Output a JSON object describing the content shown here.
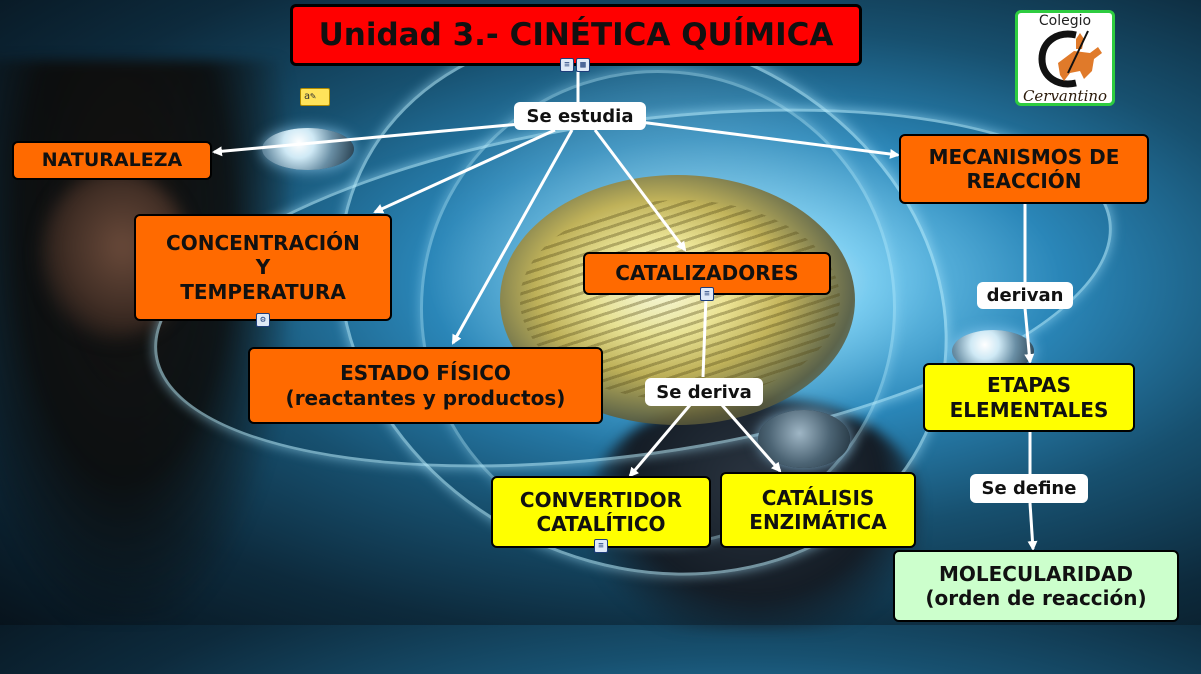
{
  "title": "Unidad 3.- CINÉTICA QUÍMICA",
  "logo": {
    "top_text": "Colegio",
    "bottom_text": "Cervantino"
  },
  "link_labels": {
    "se_estudia": "Se estudia",
    "derivan": "derivan",
    "se_deriva": "Se deriva",
    "se_define": "Se define"
  },
  "nodes": {
    "naturaleza": {
      "lines": [
        "NATURALEZA"
      ]
    },
    "concentracion": {
      "lines": [
        "CONCENTRACIÓN",
        "Y",
        "TEMPERATURA"
      ]
    },
    "estado_fisico": {
      "lines": [
        "ESTADO FÍSICO",
        "(reactantes y productos)"
      ]
    },
    "catalizadores": {
      "lines": [
        "CATALIZADORES"
      ]
    },
    "mecanismos": {
      "lines": [
        "MECANISMOS DE",
        "REACCIÓN"
      ]
    },
    "etapas": {
      "lines": [
        "ETAPAS",
        "ELEMENTALES"
      ]
    },
    "convertidor": {
      "lines": [
        "CONVERTIDOR",
        "CATALÍTICO"
      ]
    },
    "catalisis": {
      "lines": [
        "CATÁLISIS",
        "ENZIMÁTICA"
      ]
    },
    "molecularidad": {
      "lines": [
        "MOLECULARIDAD",
        "(orden de reacción)"
      ]
    }
  },
  "colors": {
    "title_fill": "#ff0000",
    "orange_node": "#ff6a00",
    "yellow_node": "#ffff00",
    "green_node": "#ccffcc",
    "arrow": "#ffffff",
    "logo_border": "#2ecc40"
  }
}
